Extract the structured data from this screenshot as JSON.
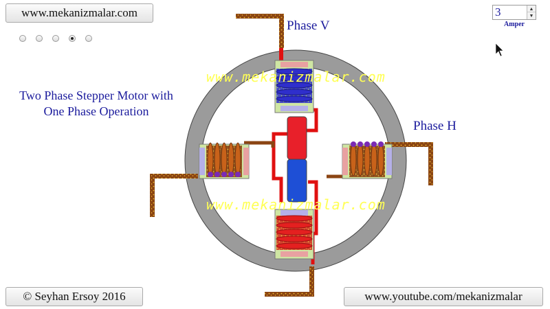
{
  "header": {
    "site_button": "www.mekanizmalar.com"
  },
  "mode_radios": [
    {
      "checked": false
    },
    {
      "checked": false
    },
    {
      "checked": false
    },
    {
      "checked": true
    },
    {
      "checked": false
    }
  ],
  "title": {
    "line1": "Two Phase Stepper Motor with",
    "line2": "One Phase Operation"
  },
  "phases": {
    "v_label": "Phase V",
    "h_label": "Phase H"
  },
  "current": {
    "value": "3",
    "unit": "Amper"
  },
  "watermark": "www.mekanizmalar.com",
  "footer": {
    "copyright_button": "© Seyhan Ersoy 2016",
    "youtube_button": "www.youtube.com/mekanizmalar"
  },
  "colors": {
    "stator": "#9b9b9b",
    "wire_active": "#e01010",
    "wire_idle": "#8b4513",
    "rotor_north": "#e8202a",
    "rotor_south": "#1e4fd6",
    "coil_blue": "#2f2fcc",
    "coil_red": "#e42020",
    "coil_orange": "#c8621a",
    "coil_purple": "#7a2ab5"
  }
}
